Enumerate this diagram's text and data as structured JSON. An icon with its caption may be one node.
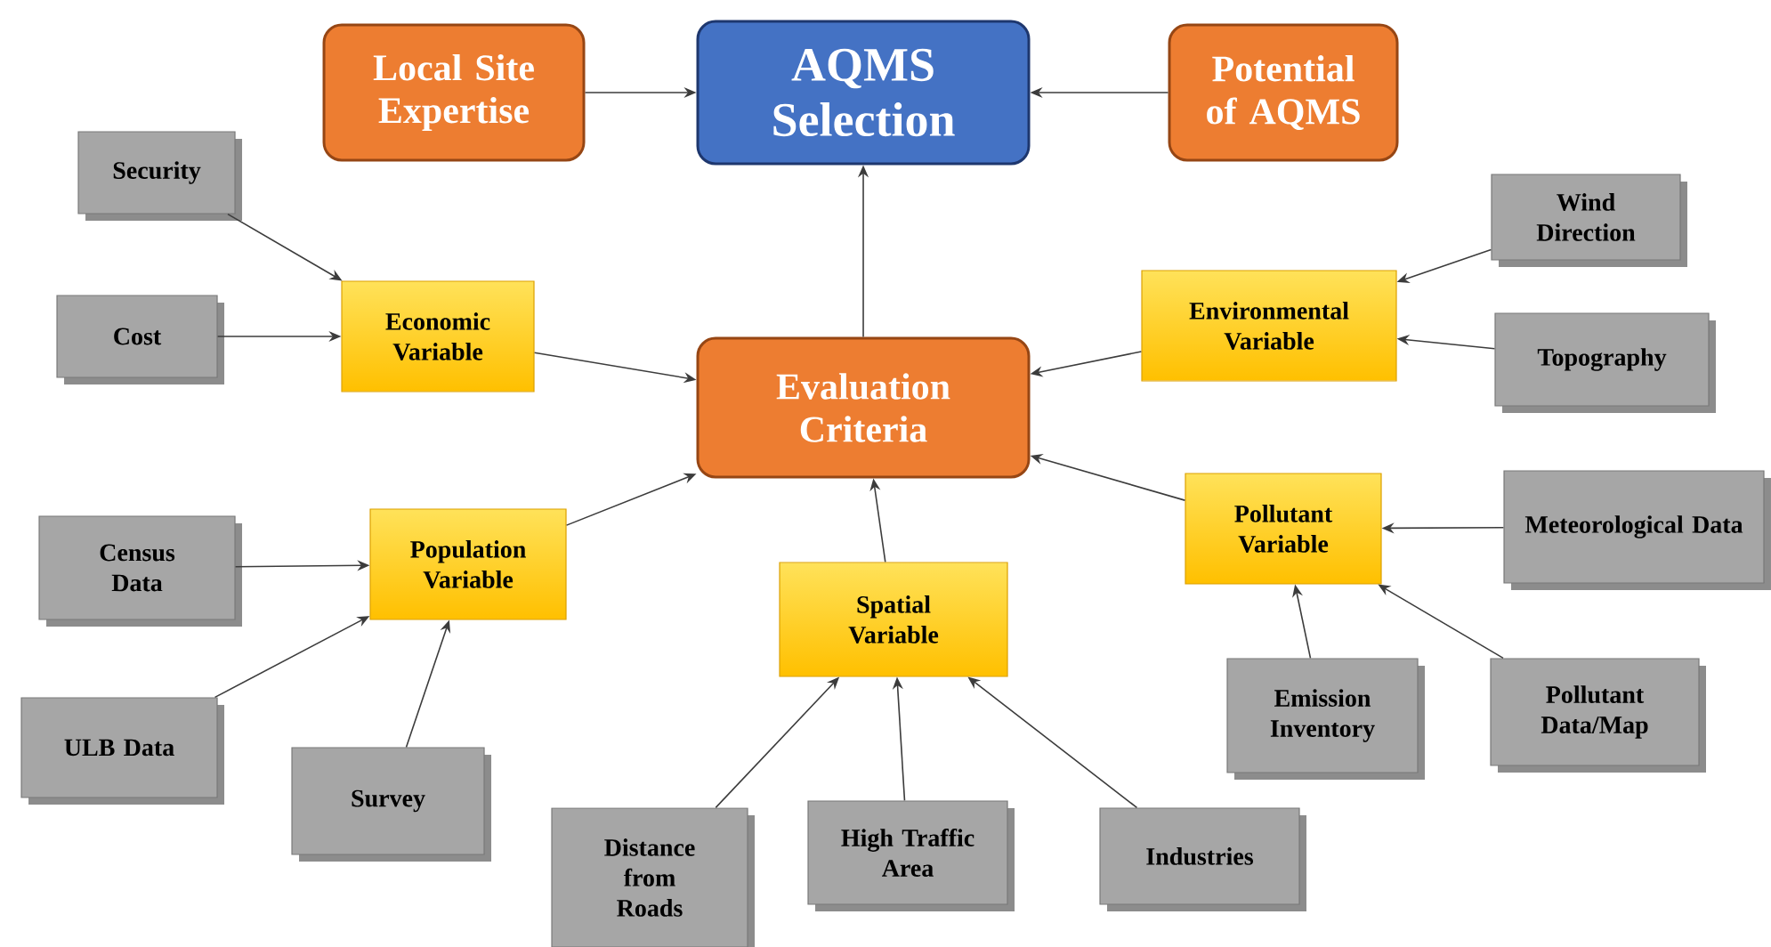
{
  "diagram": {
    "nodes": [
      {
        "text": [
          "Local Site Expertise"
        ]
      },
      {
        "text": [
          "AQMS Selection"
        ]
      },
      {
        "text": [
          "Potential of AQMS"
        ]
      },
      {
        "text": [
          "Evaluation Criteria"
        ]
      },
      {
        "text": [
          "Security"
        ]
      },
      {
        "text": [
          "Cost"
        ]
      },
      {
        "text": [
          "Economic Variable"
        ]
      },
      {
        "text": [
          "Wind Direction"
        ]
      },
      {
        "text": [
          "Environmental Variable"
        ]
      },
      {
        "text": [
          "Topography"
        ]
      },
      {
        "text": [
          "Census Data"
        ]
      },
      {
        "text": [
          "Population Variable"
        ]
      },
      {
        "text": [
          "Pollutant Variable"
        ]
      },
      {
        "text": [
          "Meteorological Data"
        ]
      },
      {
        "text": [
          "ULB Data"
        ]
      },
      {
        "text": [
          "Survey"
        ]
      },
      {
        "text": [
          "Spatial Variable"
        ]
      },
      {
        "text": [
          "Emission Inventory"
        ]
      },
      {
        "text": [
          "Pollutant Data/Map"
        ]
      },
      {
        "text": [
          "Distance from Roads"
        ]
      },
      {
        "text": [
          "High Traffic Area"
        ]
      },
      {
        "text": [
          "Industries"
        ]
      }
    ],
    "edges": [
      {
        "from": 0,
        "to": 1,
        "arrow": "to"
      },
      {
        "from": 2,
        "to": 1,
        "arrow": "to"
      },
      {
        "from": 3,
        "to": 1,
        "arrow": "to"
      },
      {
        "from": 4,
        "to": 6,
        "arrow": "to"
      },
      {
        "from": 5,
        "to": 6,
        "arrow": "to"
      },
      {
        "from": 6,
        "to": 3,
        "arrow": "to"
      },
      {
        "from": 7,
        "to": 8,
        "arrow": "to"
      },
      {
        "from": 9,
        "to": 8,
        "arrow": "to"
      },
      {
        "from": 8,
        "to": 3,
        "arrow": "to"
      },
      {
        "from": 10,
        "to": 11,
        "arrow": "to"
      },
      {
        "from": 14,
        "to": 11,
        "arrow": "to"
      },
      {
        "from": 15,
        "to": 11,
        "arrow": "to"
      },
      {
        "from": 11,
        "to": 3,
        "arrow": "to"
      },
      {
        "from": 16,
        "to": 3,
        "arrow": "to"
      },
      {
        "from": 13,
        "to": 12,
        "arrow": "to"
      },
      {
        "from": 17,
        "to": 12,
        "arrow": "to"
      },
      {
        "from": 18,
        "to": 12,
        "arrow": "to"
      },
      {
        "from": 12,
        "to": 3,
        "arrow": "to"
      },
      {
        "from": 19,
        "to": 16,
        "arrow": "to"
      },
      {
        "from": 20,
        "to": 16,
        "arrow": "to"
      },
      {
        "from": 21,
        "to": 16,
        "arrow": "to"
      }
    ]
  }
}
